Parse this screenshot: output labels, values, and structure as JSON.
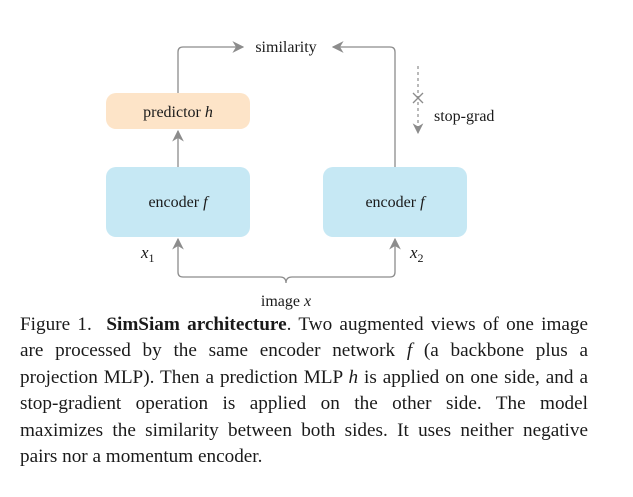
{
  "diagram": {
    "colors": {
      "encoder_fill": "#c6e8f4",
      "predictor_fill": "#fde4c8",
      "arrow": "#8c8c8c"
    },
    "similarity_label": "similarity",
    "stop_grad_label": "stop-grad",
    "predictor": {
      "text": "predictor",
      "var": "h"
    },
    "encoder_left": {
      "text": "encoder",
      "var": "f"
    },
    "encoder_right": {
      "text": "encoder",
      "var": "f"
    },
    "x1": {
      "var": "x",
      "sub": "1"
    },
    "x2": {
      "var": "x",
      "sub": "2"
    },
    "image": {
      "text": "image",
      "var": "x"
    }
  },
  "caption": {
    "figure_label": "Figure 1.",
    "title": "SimSiam architecture",
    "title_period": ".",
    "text_1": " Two augmented views of one image are processed by the same encoder network ",
    "var_f": "f",
    "text_2": " (a backbone plus a projection MLP). Then a prediction MLP ",
    "var_h": "h",
    "text_3": " is applied on one side, and a stop-gradient operation is applied on the other side. The model maximizes the similarity between both sides. It uses neither negative pairs nor a momentum encoder."
  }
}
